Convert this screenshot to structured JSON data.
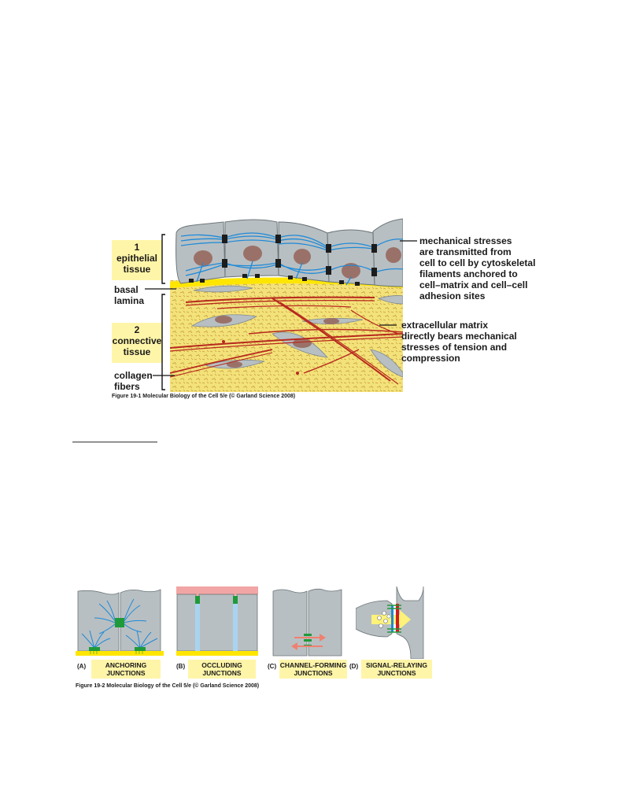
{
  "figure1": {
    "box1_number": "1",
    "box1_line1": "epithelial",
    "box1_line2": "tissue",
    "basal_line1": "basal",
    "basal_line2": "lamina",
    "box2_number": "2",
    "box2_line1": "connective",
    "box2_line2": "tissue",
    "collagen_line1": "collagen",
    "collagen_line2": "fibers",
    "right_top": [
      "mechanical stresses",
      "are transmitted from",
      "cell to cell by cytoskeletal",
      "filaments anchored to",
      "cell–matrix and cell–cell",
      "adhesion sites"
    ],
    "right_bottom": [
      "extracellular matrix",
      "directly bears mechanical",
      "stresses of tension and",
      "compression"
    ],
    "caption": "Figure 19-1  Molecular Biology of the Cell 5/e (© Garland Science 2008)"
  },
  "figure2": {
    "panels": [
      {
        "letter": "(A)",
        "line1": "ANCHORING",
        "line2": "JUNCTIONS"
      },
      {
        "letter": "(B)",
        "line1": "OCCLUDING",
        "line2": "JUNCTIONS"
      },
      {
        "letter": "(C)",
        "line1": "CHANNEL-FORMING",
        "line2": "JUNCTIONS"
      },
      {
        "letter": "(D)",
        "line1": "SIGNAL-RELAYING",
        "line2": "JUNCTIONS"
      }
    ],
    "caption": "Figure 19-2  Molecular Biology of the Cell 5/e (© Garland Science 2008)"
  },
  "colors": {
    "label_bg": "#fff5a8",
    "cell_gray": "#b8bfc2",
    "matrix_yellow": "#f3e27a",
    "collagen_red": "#b8281e",
    "filament_blue": "#1e8ad8",
    "lamina_yellow": "#ffe600",
    "junction_green": "#1f9a3a",
    "nucleus_brown": "#9a7168"
  }
}
